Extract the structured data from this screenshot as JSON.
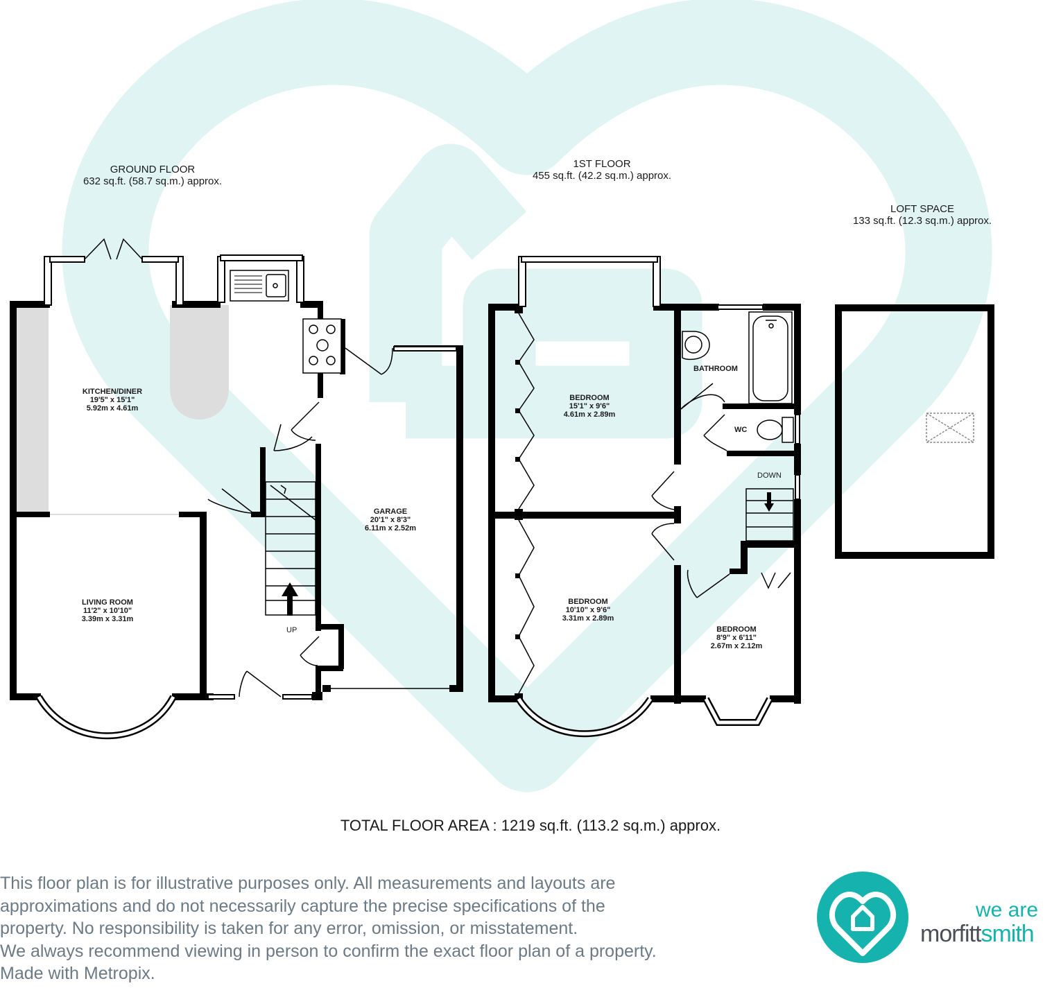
{
  "floors": {
    "ground": {
      "title": "GROUND FLOOR",
      "area": "632 sq.ft. (58.7 sq.m.) approx."
    },
    "first": {
      "title": "1ST FLOOR",
      "area": "455 sq.ft. (42.2 sq.m.) approx."
    },
    "loft": {
      "title": "LOFT SPACE",
      "area": "133 sq.ft. (12.3 sq.m.) approx."
    }
  },
  "rooms": {
    "kitchen": {
      "name": "KITCHEN/DINER",
      "imperial": "19'5\"  x 15'1\"",
      "metric": "5.92m  x 4.61m"
    },
    "living": {
      "name": "LIVING ROOM",
      "imperial": "11'2\"  x 10'10\"",
      "metric": "3.39m  x 3.31m"
    },
    "garage": {
      "name": "GARAGE",
      "imperial": "20'1\"  x 8'3\"",
      "metric": "6.11m  x 2.52m"
    },
    "bedroom1": {
      "name": "BEDROOM",
      "imperial": "15'1\"  x 9'6\"",
      "metric": "4.61m  x 2.89m"
    },
    "bedroom2": {
      "name": "BEDROOM",
      "imperial": "10'10\"  x 9'6\"",
      "metric": "3.31m  x 2.89m"
    },
    "bedroom3": {
      "name": "BEDROOM",
      "imperial": "8'9\"  x 6'11\"",
      "metric": "2.67m  x 2.12m"
    },
    "bathroom": {
      "name": "BATHROOM"
    },
    "wc": {
      "name": "WC"
    }
  },
  "stairs": {
    "up": "UP",
    "down": "DOWN"
  },
  "total_area": "TOTAL FLOOR AREA : 1219 sq.ft. (113.2 sq.m.) approx.",
  "disclaimer": [
    "This floor plan is for illustrative purposes only. All measurements and layouts are",
    "approximations and do not necessarily capture the precise specifications of the",
    "property. No responsibility is taken for any error, omission, or misstatement.",
    "We always recommend viewing in person to confirm the exact floor plan of a property.",
    "Made with Metropix."
  ],
  "brand": {
    "we_are": "we are",
    "name_part1": "morfitt",
    "name_part2": "smith"
  },
  "colors": {
    "brand_teal": "#16b3ae",
    "watermark": "#e0f4f4",
    "wall": "#000000",
    "shading": "#dddddd",
    "text_grey": "#6b7a85"
  },
  "icons": [
    "house-heart-logo-icon",
    "stair-arrow-icon",
    "sink-icon",
    "hob-icon",
    "bath-icon",
    "toilet-icon",
    "basin-icon",
    "loft-hatch-icon"
  ]
}
